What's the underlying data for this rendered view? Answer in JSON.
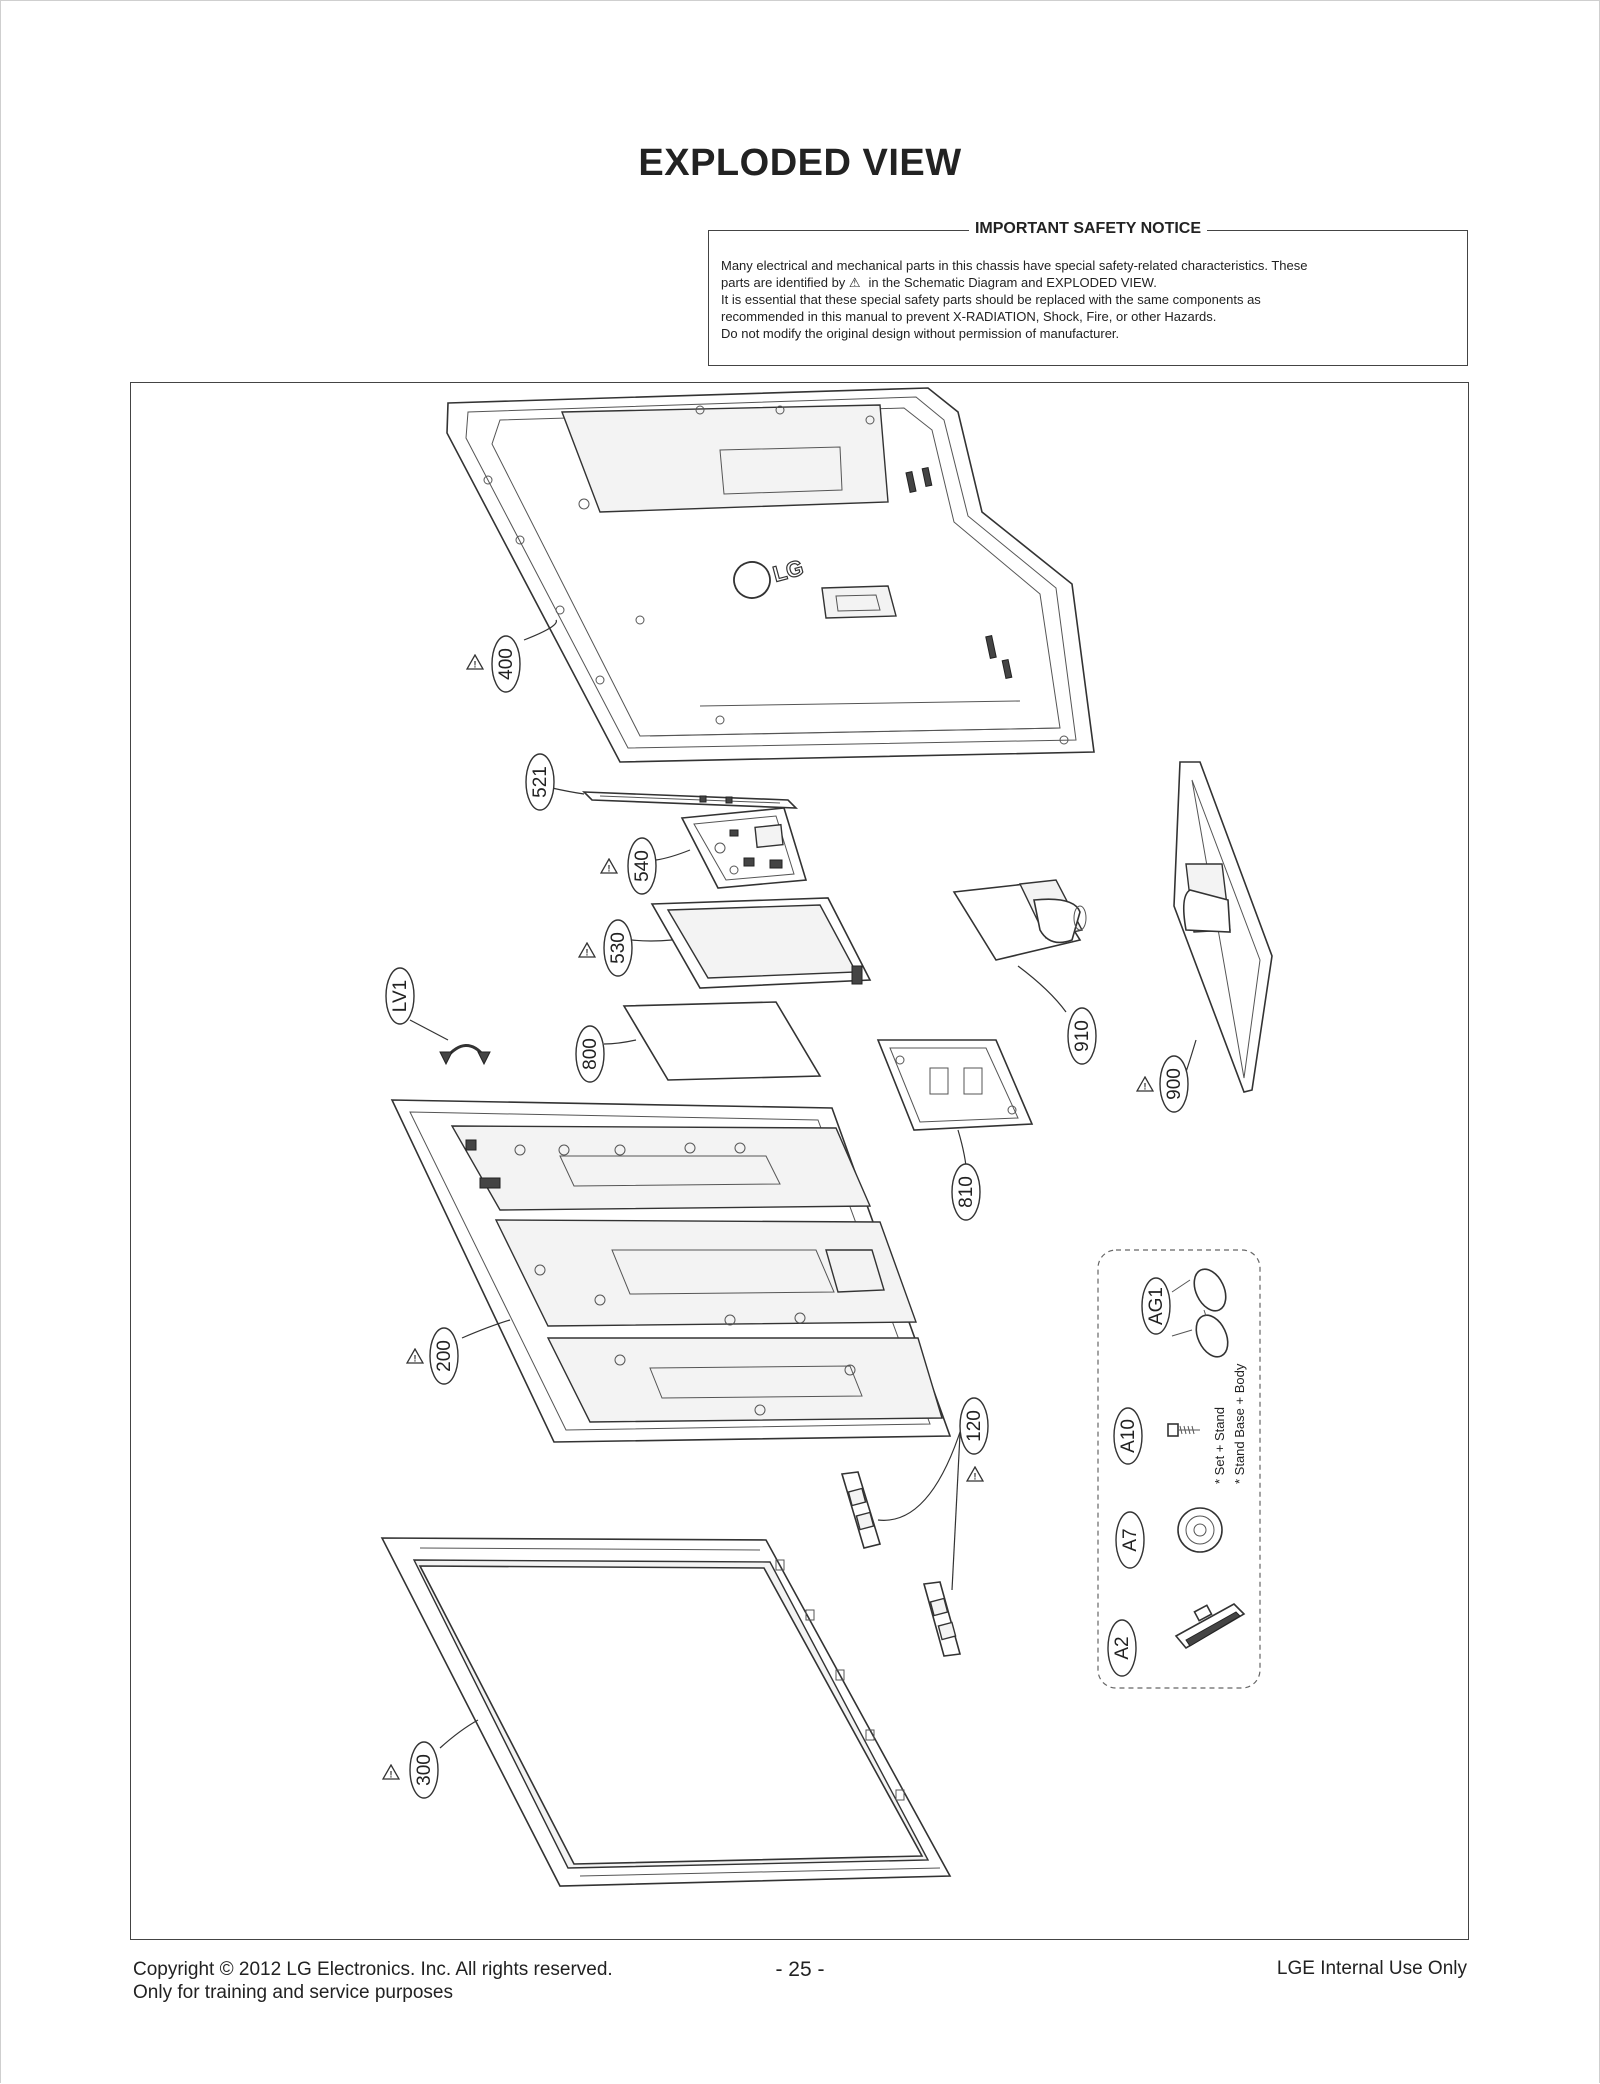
{
  "page": {
    "title": "EXPLODED VIEW",
    "page_number": "- 25 -"
  },
  "notice": {
    "title": "IMPORTANT SAFETY NOTICE",
    "line1": "Many electrical and mechanical parts in this chassis have special safety-related characteristics. These",
    "line2_before": "parts are identified by",
    "line2_symbol": "⚠",
    "line2_after": "in the Schematic Diagram and EXPLODED VIEW.",
    "line3": "It is essential that these special safety parts should be replaced with the same components as",
    "line4": "recommended in this manual to prevent X-RADIATION, Shock, Fire, or other Hazards.",
    "line5": "Do not modify the original design without permission of manufacturer."
  },
  "callouts": {
    "p400": "400",
    "p521": "521",
    "p540": "540",
    "p530": "530",
    "lv1": "LV1",
    "p800": "800",
    "p910": "910",
    "p900": "900",
    "p810": "810",
    "p200": "200",
    "p120": "120",
    "p300": "300",
    "ag1": "AG1",
    "a10": "A10",
    "a7": "A7",
    "a2": "A2"
  },
  "back_cover_logo": "LG",
  "accessory_notes": {
    "note1": "* Set + Stand",
    "note2": "* Stand Base + Body"
  },
  "footer": {
    "copyright": "Copyright © 2012 LG Electronics. Inc. All rights reserved.",
    "training": "Only for training and service purposes",
    "internal": "LGE Internal Use Only"
  }
}
